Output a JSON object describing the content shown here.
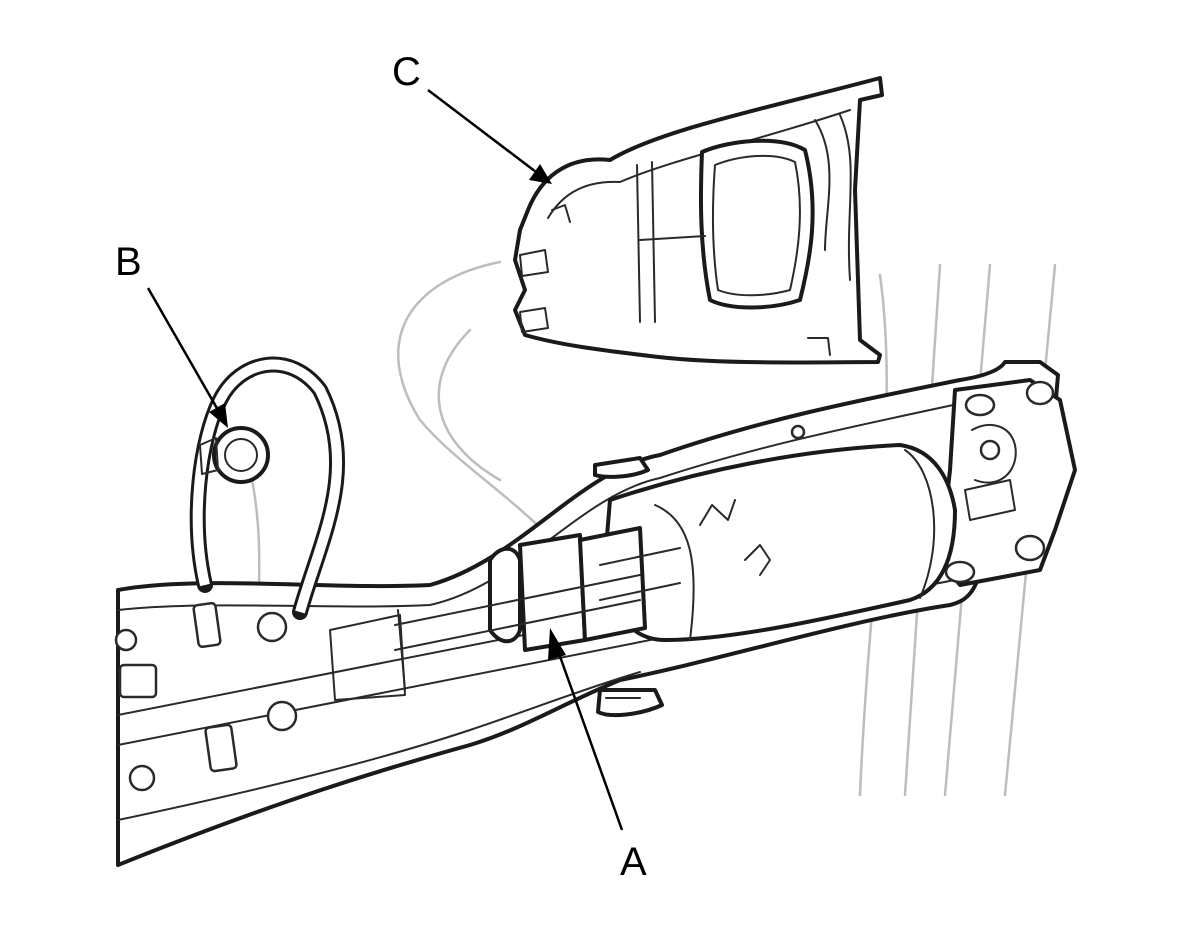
{
  "callouts": {
    "a": {
      "label": "A"
    },
    "b": {
      "label": "B"
    },
    "c": {
      "label": "C"
    }
  },
  "colors": {
    "line": "#1a1a1a",
    "background_detail": "#bdbdbd",
    "background": "#ffffff"
  }
}
